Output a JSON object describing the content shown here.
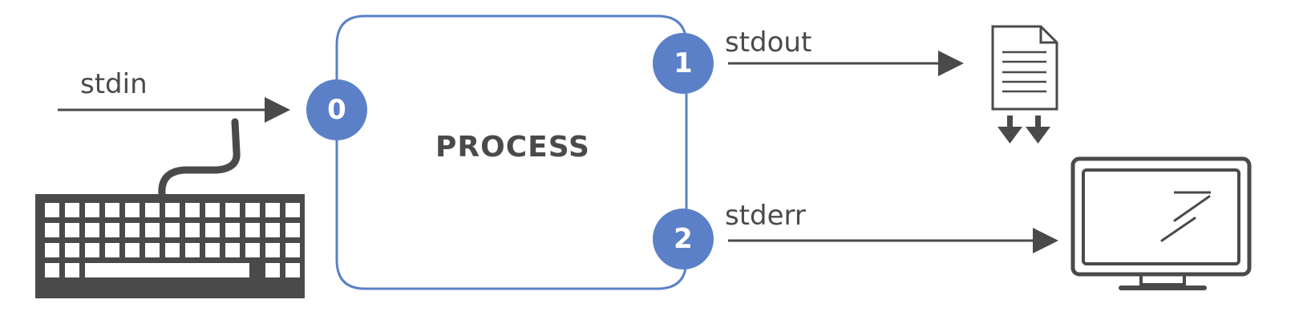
{
  "diagram": {
    "process_label": "PROCESS",
    "streams": {
      "stdin": {
        "label": "stdin",
        "fd": "0"
      },
      "stdout": {
        "label": "stdout",
        "fd": "1"
      },
      "stderr": {
        "label": "stderr",
        "fd": "2"
      }
    },
    "colors": {
      "accent": "#5b80c7",
      "ink": "#4a4a4a",
      "background": "#ffffff"
    },
    "icons": {
      "input_device": "keyboard-icon",
      "output_file": "document-icon",
      "error_display": "monitor-icon"
    }
  }
}
